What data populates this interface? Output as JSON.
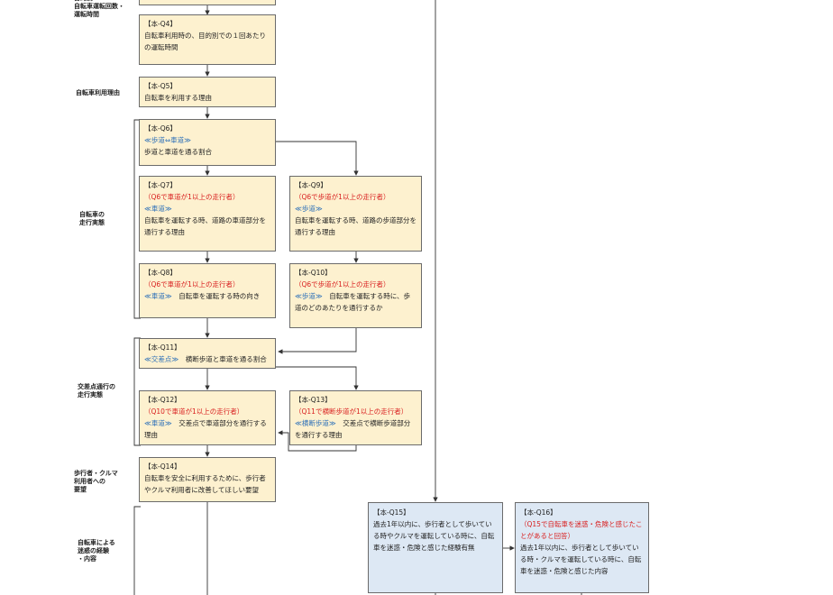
{
  "sections": {
    "top": "目的別\n自転車運転回数・\n運転時間",
    "reason": "自転車利用理由",
    "driving": "自転車の\n走行実態",
    "intersection": "交差点通行の\n走行実態",
    "request": "歩行者・クルマ\n利用者への\n要望",
    "danger": "自転車による\n迷惑の経験\n・内容"
  },
  "boxes": {
    "q4": {
      "id": "【本-Q4】",
      "text": "自転車利用時の、目的別での１回あたりの運転時間"
    },
    "q5": {
      "id": "【本-Q5】",
      "text": "自転車を利用する理由"
    },
    "q6": {
      "id": "【本-Q6】",
      "tag": "≪歩道⇔車道≫",
      "text": "歩道と車道を通る割合"
    },
    "q7": {
      "id": "【本-Q7】",
      "cond": "（Q6で車道が1以上の走行者）",
      "tag": "≪車道≫",
      "text": "自転車を運転する時、道路の車道部分を通行する理由"
    },
    "q8": {
      "id": "【本-Q8】",
      "cond": "（Q6で車道が1以上の走行者）",
      "tag": "≪車道≫",
      "text": "　自転車を運転する時の向き"
    },
    "q9": {
      "id": "【本-Q9】",
      "cond": "（Q6で歩道が1以上の走行者）",
      "tag": "≪歩道≫",
      "text": "自転車を運転する時、道路の歩道部分を通行する理由"
    },
    "q10": {
      "id": "【本-Q10】",
      "cond": "（Q6で歩道が1以上の走行者）",
      "tag": "≪歩道≫",
      "text": "　自転車を運転する時に、歩道のどのあたりを通行するか"
    },
    "q11": {
      "id": "【本-Q11】",
      "tag": "≪交差点≫",
      "text": "　横断歩道と車道を通る割合"
    },
    "q12": {
      "id": "【本-Q12】",
      "cond": "（Q10で車道が1以上の走行者）",
      "tag": "≪車道≫",
      "text": "　交差点で車道部分を通行する理由"
    },
    "q13": {
      "id": "【本-Q13】",
      "cond": "（Q11で横断歩道が1以上の走行者）",
      "tag": "≪横断歩道≫",
      "text": "　交差点で横断歩道部分を通行する理由"
    },
    "q14": {
      "id": "【本-Q14】",
      "text": "自転車を安全に利用するために、歩行者やクルマ利用者に改善してほしい要望"
    },
    "q15": {
      "id": "【本-Q15】",
      "text": "過去1年以内に、歩行者として歩いている時やクルマを運転している時に、自転車を迷惑・危険と感じた経験有無"
    },
    "q16": {
      "id": "【本-Q16】",
      "cond": "（Q15で自転車を迷惑・危険と感じたことがあると回答）",
      "text": "過去1年以内に、歩行者として歩いている時・クルマを運転している時に、自転車を迷惑・危険と感じた内容"
    }
  },
  "colors": {
    "yellow_box": "#fdf1cf",
    "blue_box": "#dde8f4",
    "condition_text": "#d92020",
    "tag_text": "#2b6fb8"
  }
}
